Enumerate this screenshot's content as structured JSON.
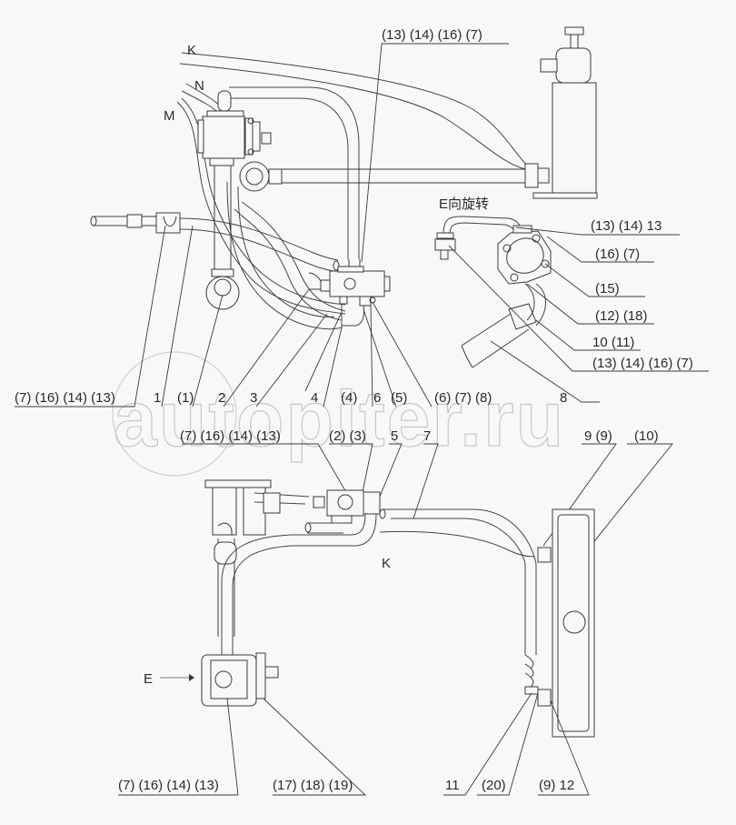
{
  "diagram": {
    "title": "Hydraulic piping layout",
    "rotation_note": "E向旋转",
    "watermark": "autopiter.ru",
    "port_labels": {
      "k_top": "K",
      "n_top": "N",
      "m_top": "M",
      "k_mid": "K",
      "e_arrow": "E"
    },
    "callouts_top": {
      "top_center": "(13) (14) (16) (7)"
    },
    "callouts_right": [
      "(13) (14) 13",
      "(16) (7)",
      "(15)",
      "(12) (18)",
      "10 (11)",
      "(13) (14) (16) (7)"
    ],
    "callouts_middle_row1": [
      "(7) (16) (14) (13)",
      "1",
      "(1)",
      "2",
      "3",
      "4",
      "(4)",
      "6",
      "(5)",
      "(6) (7) (8)",
      "8"
    ],
    "callouts_middle_row2": [
      "(7) (16) (14) (13)",
      "(2) (3)",
      "5",
      "7",
      "9 (9)",
      "(10)"
    ],
    "callouts_bottom": [
      "(7) (16) (14) (13)",
      "(17) (18) (19)",
      "11",
      "(20)",
      "(9) 12"
    ]
  }
}
